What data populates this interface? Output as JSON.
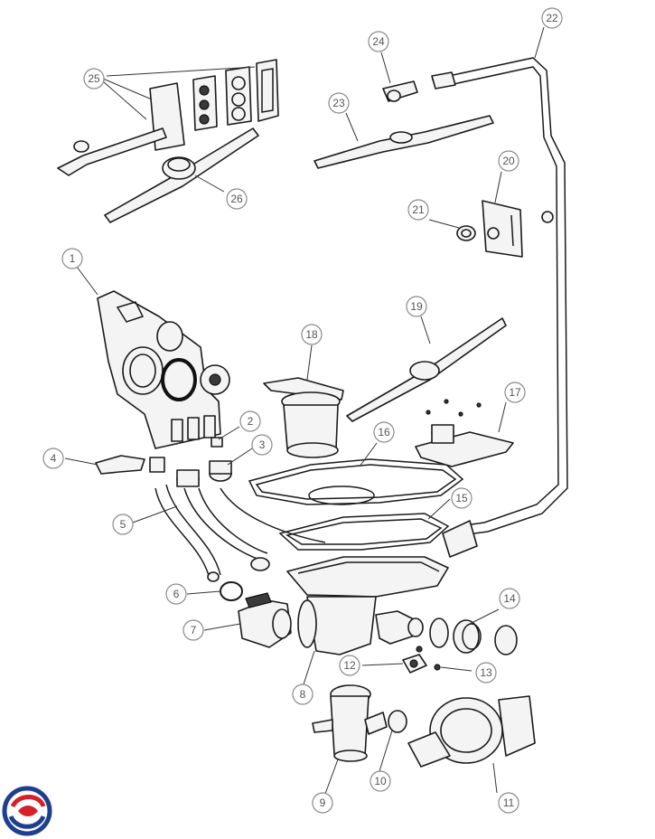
{
  "callouts": [
    {
      "id": "1",
      "label": "1"
    },
    {
      "id": "2",
      "label": "2"
    },
    {
      "id": "3",
      "label": "3"
    },
    {
      "id": "4",
      "label": "4"
    },
    {
      "id": "5",
      "label": "5"
    },
    {
      "id": "6",
      "label": "6"
    },
    {
      "id": "7",
      "label": "7"
    },
    {
      "id": "8",
      "label": "8"
    },
    {
      "id": "9",
      "label": "9"
    },
    {
      "id": "10",
      "label": "10"
    },
    {
      "id": "11",
      "label": "11"
    },
    {
      "id": "12",
      "label": "12"
    },
    {
      "id": "13",
      "label": "13"
    },
    {
      "id": "14",
      "label": "14"
    },
    {
      "id": "15",
      "label": "15"
    },
    {
      "id": "16",
      "label": "16"
    },
    {
      "id": "17",
      "label": "17"
    },
    {
      "id": "18",
      "label": "18"
    },
    {
      "id": "19",
      "label": "19"
    },
    {
      "id": "20",
      "label": "20"
    },
    {
      "id": "21",
      "label": "21"
    },
    {
      "id": "22",
      "label": "22"
    },
    {
      "id": "23",
      "label": "23"
    },
    {
      "id": "24",
      "label": "24"
    },
    {
      "id": "25",
      "label": "25"
    },
    {
      "id": "26",
      "label": "26"
    }
  ],
  "logo": {
    "colors": {
      "blue": "#1d3f8f",
      "red": "#d6202a"
    }
  }
}
